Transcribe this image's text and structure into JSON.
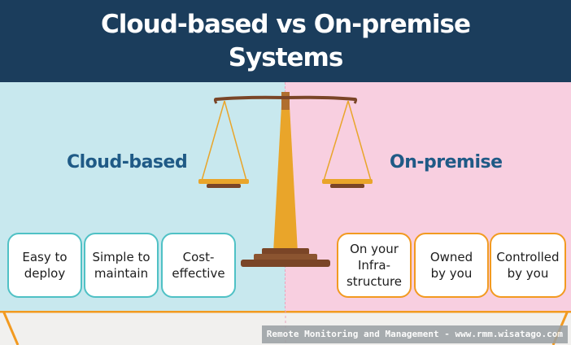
{
  "title": {
    "line1": "Cloud-based vs On-premise",
    "line2": "Systems"
  },
  "colors": {
    "header": "#1b3d5c",
    "left_bg": "#c8e8ee",
    "right_bg": "#f8cfe0",
    "label": "#1f5a86",
    "teal": "#4fc1c5",
    "orange": "#f29a20",
    "scale_gold": "#e9a52a",
    "scale_brown": "#7a4527"
  },
  "left": {
    "label": "Cloud-based",
    "cards": [
      "Easy to\ndeploy",
      "Simple to\nmaintain",
      "Cost-\neffective"
    ]
  },
  "right": {
    "label": "On-premise",
    "cards": [
      "On your\nInfra-\nstructure",
      "Owned\nby you",
      "Controlled\nby you"
    ]
  },
  "icons": {
    "center": "balance-scale-icon"
  },
  "footer": "Remote Monitoring and Management - www.rmm.wisatago.com"
}
